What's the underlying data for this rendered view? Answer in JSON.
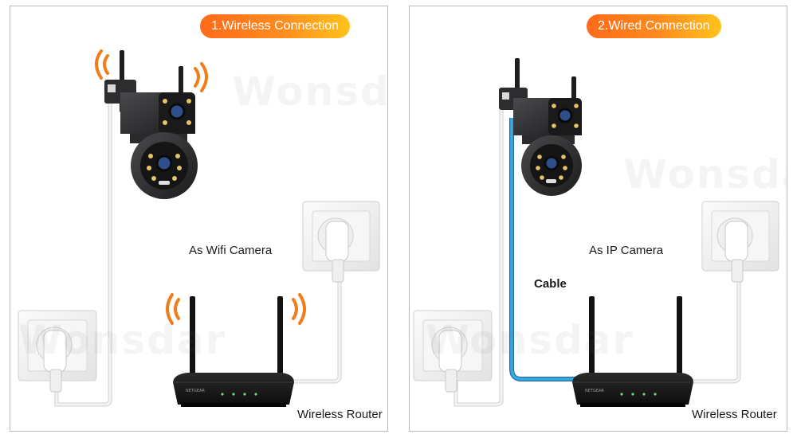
{
  "panels": {
    "wireless": {
      "title": "1.Wireless Connection",
      "mode_caption": "As Wifi Camera",
      "router_label": "Wireless Router",
      "watermark": "Wonsdar"
    },
    "wired": {
      "title": "2.Wired Connection",
      "mode_caption": "As IP Camera",
      "router_label": "Wireless Router",
      "cable_label": "Cable",
      "watermark": "Wonsdar"
    }
  },
  "router_brand": "NETGEAR",
  "colors": {
    "badge_start": "#ff6a1a",
    "badge_end": "#ffc21c",
    "signal_waves": "#f07d1a",
    "ethernet_cable": "#3aa7e0",
    "power_cable": "#e9e9e9",
    "panel_border": "#b9b9b9"
  }
}
